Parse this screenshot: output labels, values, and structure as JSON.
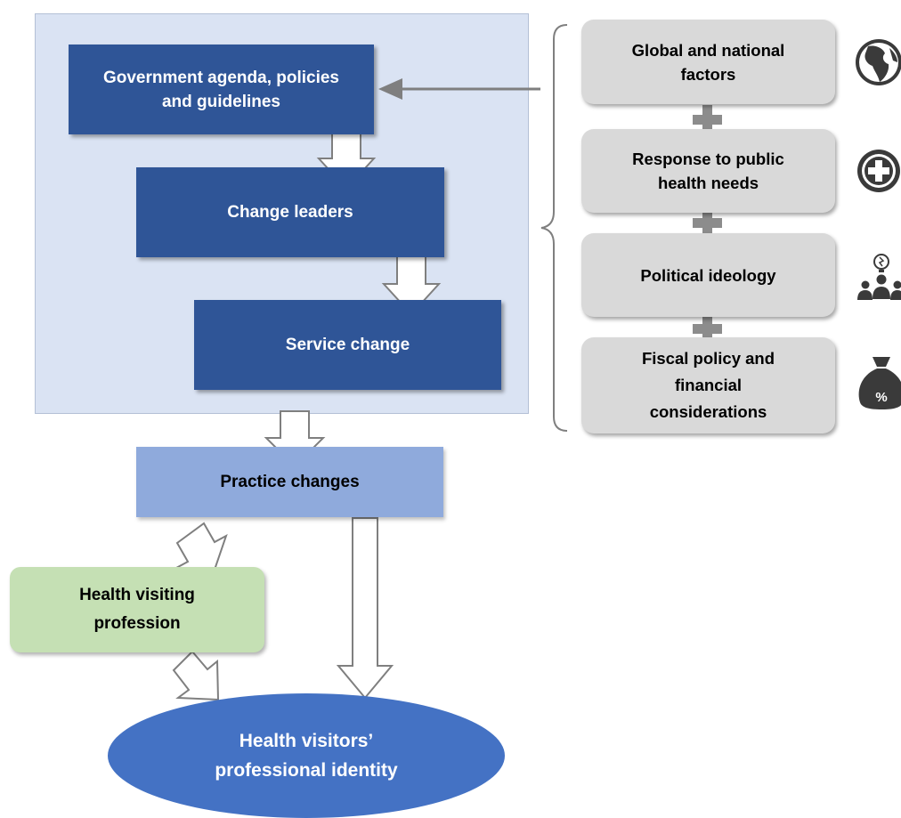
{
  "colors": {
    "panel_bg": "#dae3f3",
    "dark_box": "#2f5597",
    "grey_box": "#d9d9d9",
    "practice_box": "#8faadc",
    "profession_box": "#c5e0b4",
    "identity_ellipse": "#4472c4",
    "connector": "#7f7f7f"
  },
  "flow": {
    "government": "Government agenda, policies and guidelines",
    "change_leaders": "Change leaders",
    "service_change": "Service change",
    "practice_changes": "Practice changes",
    "profession": "Health visiting profession",
    "identity": "Health visitors’ professional identity"
  },
  "factors": [
    {
      "label": "Global and national factors",
      "icon": "globe-icon"
    },
    {
      "label": "Response to public health needs",
      "icon": "medical-plus-icon"
    },
    {
      "label": "Political ideology",
      "icon": "people-idea-icon"
    },
    {
      "label": "Fiscal policy and financial considerations",
      "icon": "money-bag-percent-icon"
    }
  ],
  "icon_glyphs": {
    "percent": "%"
  }
}
